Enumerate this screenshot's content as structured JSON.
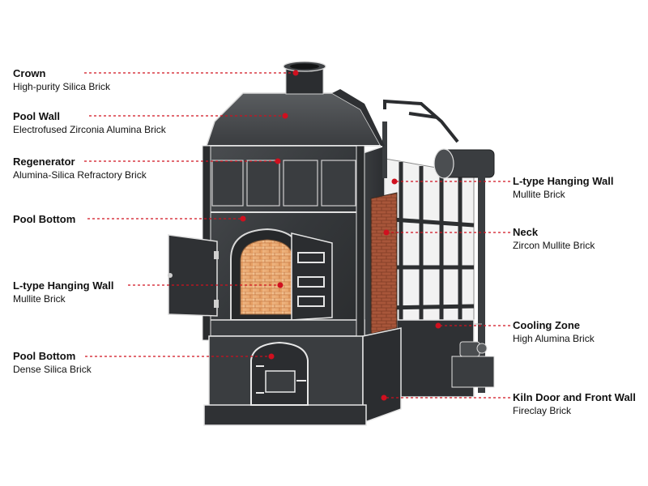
{
  "accent": "#d0101f",
  "labels": [
    {
      "id": "crown",
      "title": "Crown",
      "material": "High-purity Silica Brick",
      "side": "left"
    },
    {
      "id": "pool-wall",
      "title": "Pool Wall",
      "material": "Electrofused Zirconia Alumina Brick",
      "side": "left"
    },
    {
      "id": "regenerator",
      "title": "Regenerator",
      "material": "Alumina-Silica Refractory Brick",
      "side": "left"
    },
    {
      "id": "pool-bottom-upper",
      "title": "Pool Bottom",
      "material": "",
      "side": "left"
    },
    {
      "id": "l-type-hanging-wall-left",
      "title": "L-type Hanging Wall",
      "material": "Mullite Brick",
      "side": "left"
    },
    {
      "id": "pool-bottom-lower",
      "title": "Pool Bottom",
      "material": "Dense Silica Brick",
      "side": "left"
    },
    {
      "id": "l-type-hanging-wall-right",
      "title": "L-type Hanging Wall",
      "material": "Mullite Brick",
      "side": "right"
    },
    {
      "id": "neck",
      "title": "Neck",
      "material": "Zircon Mullite Brick",
      "side": "right"
    },
    {
      "id": "cooling-zone",
      "title": "Cooling Zone",
      "material": "High Alumina Brick",
      "side": "right"
    },
    {
      "id": "kiln-door-front-wall",
      "title": "Kiln Door and Front Wall",
      "material": "Fireclay Brick",
      "side": "right"
    }
  ]
}
